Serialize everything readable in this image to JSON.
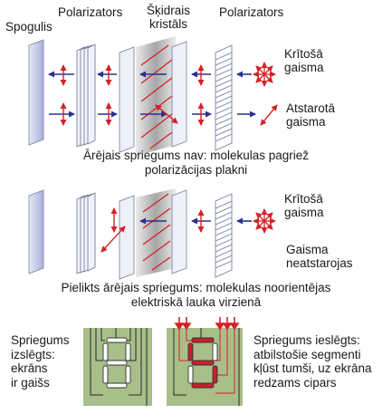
{
  "labels": {
    "spogulis": "Spogulis",
    "polarizators_left": "Polarizators",
    "skidrais_kristals": "Šķidrais\nkristāls",
    "polarizators_right": "Polarizators",
    "kritosa_gaisma_top": "Krītošā\ngaisma",
    "atstarota_gaisma": "Atstarotā\ngaisma",
    "caption_top": "Ārējais spriegums nav: molekulas pagriež\npolarizācijas plakni",
    "kritosa_gaisma_mid": "Krītošā\ngaisma",
    "gaisma_neatstarojas": "Gaisma\nneatstarojas",
    "caption_mid": "Pielikts ārējais spriegums: molekulas noorientējas\nelektriskā lauka virzienā",
    "spriegums_off": "Spriegums\nizslēgts:\nekrāns\nir gaišs",
    "spriegums_on": "Spriegums ieslēgts:\natbilstošie segmenti\nkļūst tumši, uz ekrāna\nredzams cipars"
  },
  "display_off": {
    "digit_shown": false
  },
  "display_on": {
    "digit_shown": "5"
  },
  "colors": {
    "arrow_blue": "#2b2f8f",
    "red": "#d42228",
    "mirror_blue": "#c7cce8",
    "crystal_grey": "#a8a8a8",
    "board_green": "#a8bf8a",
    "segment_dark": "#c8202a",
    "segment_light": "#ffffff"
  }
}
